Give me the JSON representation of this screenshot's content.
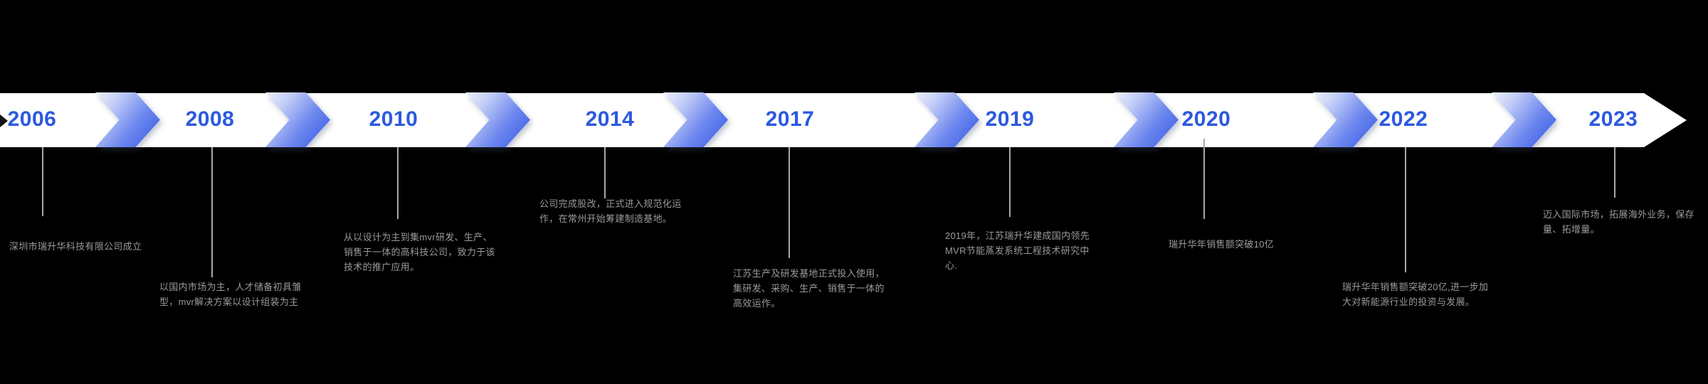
{
  "page": {
    "background": "#000000"
  },
  "timeline": {
    "band_color": "#ffffff",
    "year_color": "#2b59e0",
    "arrow_gradient_start": "#eef2fd",
    "arrow_gradient_end": "#3a5ee6",
    "connector_color": "#a8a8a8",
    "desc_color": "#9a9a9a",
    "items": [
      {
        "year": "2006",
        "desc_lines": [
          "深圳市瑞升华科技有限公司成立"
        ]
      },
      {
        "year": "2008",
        "desc_lines": [
          "以国内市场为主，人才储备初具雏",
          "型，mvr解决方案以设计组装为主"
        ]
      },
      {
        "year": "2010",
        "desc_lines": [
          "从以设计为主到集mvr研发、生产、",
          "销售于一体的高科技公司，致力于该",
          "技术的推广应用。"
        ]
      },
      {
        "year": "2014",
        "desc_lines": [
          "公司完成股改，正式进入规范化运",
          "作，在常州开始筹建制造基地。"
        ]
      },
      {
        "year": "2017",
        "desc_lines": [
          "江苏生产及研发基地正式投入使用，",
          "集研发、采购、生产、销售于一体的",
          "高效运作。"
        ]
      },
      {
        "year": "2019",
        "desc_lines": [
          "2019年，江苏瑞升华建成国内领先",
          "MVR节能蒸发系统工程技术研究中",
          "心."
        ]
      },
      {
        "year": "2020",
        "desc_lines": [
          "瑞升华年销售额突破10亿"
        ]
      },
      {
        "year": "2022",
        "desc_lines": [
          "瑞升华年销售额突破20亿,进一步加",
          "大对新能源行业的投资与发展。"
        ]
      },
      {
        "year": "2023",
        "desc_lines": [
          "迈入国际市场，拓展海外业务，保存",
          "量、拓增量。"
        ]
      }
    ]
  }
}
